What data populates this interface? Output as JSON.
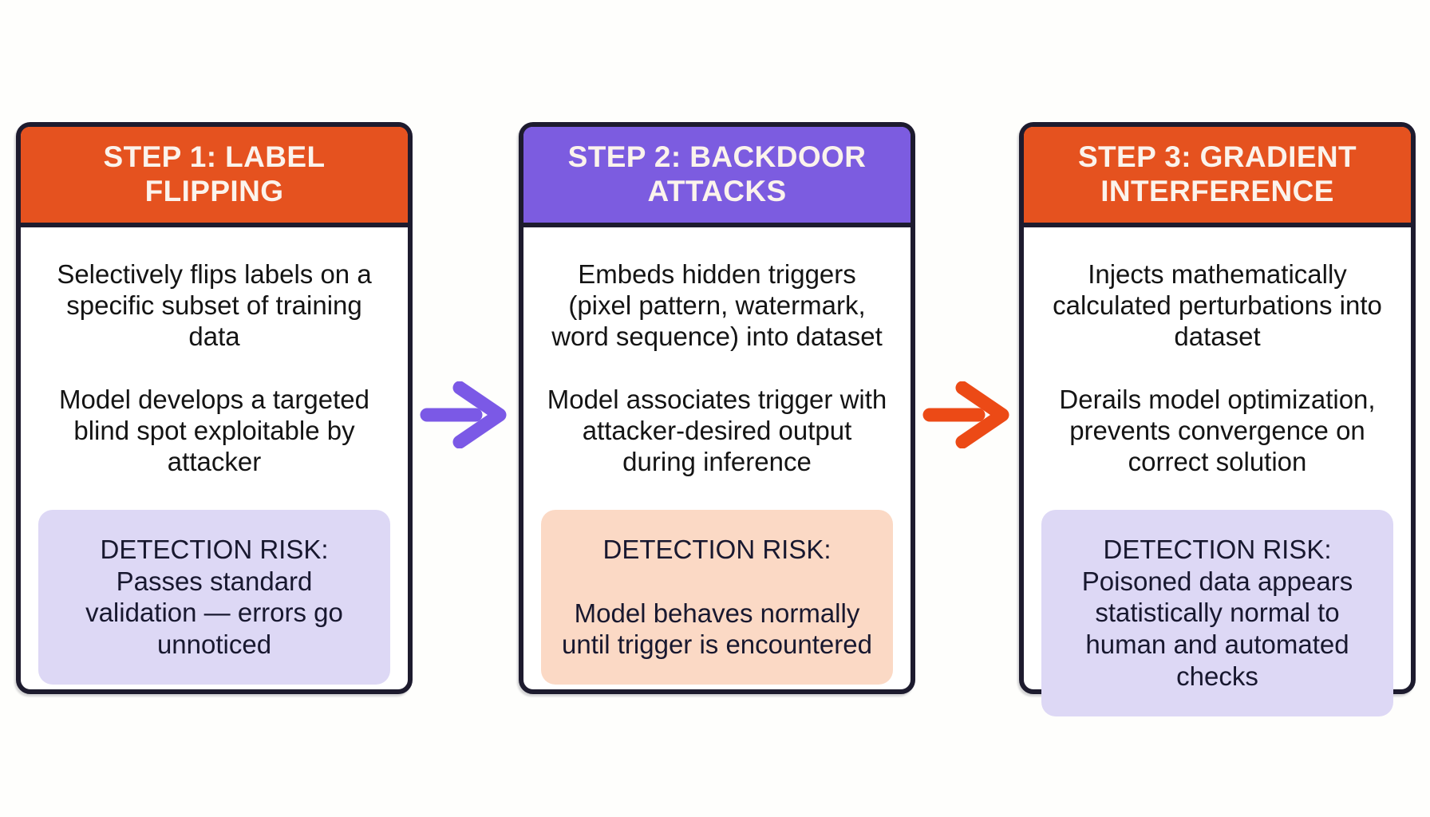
{
  "diagram": {
    "topic": "data poisoning attack steps",
    "background_color": "#fefefc",
    "border_color": "#1d1b2e"
  },
  "cards": [
    {
      "header": "STEP 1: LABEL FLIPPING",
      "header_bg": "#e5521f",
      "header_text_color": "#fbf3ec",
      "paragraphs": [
        "Selectively flips labels on a specific subset of training data",
        "Model develops a targeted blind spot exploitable by attacker"
      ],
      "detection": {
        "label": "DETECTION RISK:",
        "text": "Passes standard validation — errors go unnoticed",
        "bg": "#ddd8f5"
      }
    },
    {
      "header": "STEP 2: BACKDOOR ATTACKS",
      "header_bg": "#7c5ce0",
      "header_text_color": "#fbf3ec",
      "paragraphs": [
        "Embeds hidden triggers (pixel pattern, watermark, word sequence) into dataset",
        "Model associates trigger with attacker-desired output during inference"
      ],
      "detection": {
        "label": "DETECTION RISK:",
        "text": "Model behaves normally until trigger is encountered",
        "bg": "#fbd9c5"
      }
    },
    {
      "header": "STEP 3: GRADIENT INTERFERENCE",
      "header_bg": "#e5521f",
      "header_text_color": "#fbf3ec",
      "paragraphs": [
        "Injects mathematically calculated perturbations into dataset",
        "Derails model optimization, prevents convergence on correct solution"
      ],
      "detection": {
        "label": "DETECTION RISK:",
        "text": "Poisoned data appears statistically normal to human and automated checks",
        "bg": "#ddd8f5"
      }
    }
  ],
  "arrows": [
    {
      "from": "step-1",
      "to": "step-2",
      "color": "#7b59e6"
    },
    {
      "from": "step-2",
      "to": "step-3",
      "color": "#ec4a16"
    }
  ]
}
